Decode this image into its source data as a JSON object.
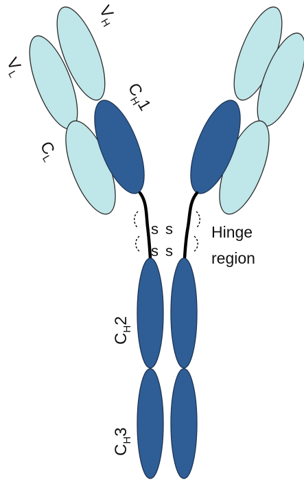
{
  "labels": {
    "vh": {
      "main": "V",
      "sub": "H"
    },
    "vl": {
      "main": "V",
      "sub": "L"
    },
    "ch1": {
      "main": "C",
      "sub": "H",
      "suffix": "1"
    },
    "cl": {
      "main": "C",
      "sub": "L"
    },
    "ch2": {
      "main": "C",
      "sub": "H",
      "suffix": "2"
    },
    "ch3": {
      "main": "C",
      "sub": "H",
      "suffix": "3"
    },
    "disulfide": [
      "s",
      "s",
      "s",
      "s"
    ],
    "hinge": [
      "Hinge",
      "region"
    ]
  },
  "colors": {
    "light_domain": "#bfe6e8",
    "heavy_domain": "#2f5e96",
    "chain_line": "#000000"
  }
}
